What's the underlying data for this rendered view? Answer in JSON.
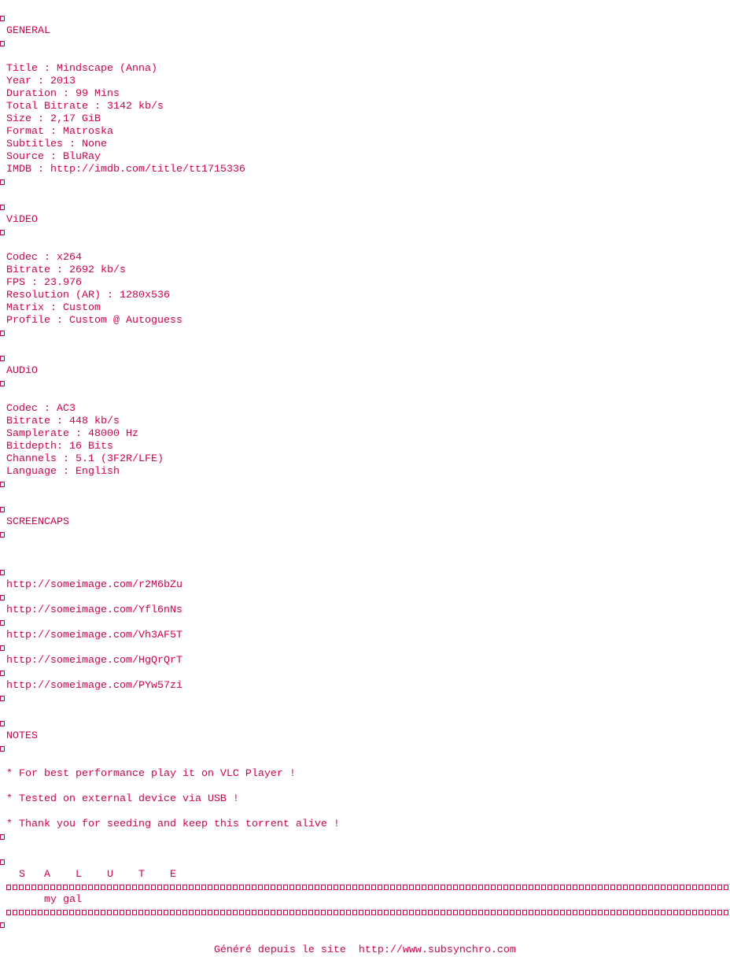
{
  "colors": {
    "text": "#d40050",
    "background": "#ffffff"
  },
  "lines": [
    {
      "type": "box",
      "count": 1,
      "indent": 0
    },
    {
      "type": "text",
      "name": "section-heading-general",
      "text": " GENERAL"
    },
    {
      "type": "box",
      "count": 1,
      "indent": 0
    },
    {
      "type": "blank"
    },
    {
      "type": "text",
      "name": "general-title",
      "text": " Title : Mindscape (Anna)"
    },
    {
      "type": "text",
      "name": "general-year",
      "text": " Year : 2013"
    },
    {
      "type": "text",
      "name": "general-duration",
      "text": " Duration : 99 Mins"
    },
    {
      "type": "text",
      "name": "general-total-bitrate",
      "text": " Total Bitrate : 3142 kb/s"
    },
    {
      "type": "text",
      "name": "general-size",
      "text": " Size : 2,17 GiB"
    },
    {
      "type": "text",
      "name": "general-format",
      "text": " Format : Matroska"
    },
    {
      "type": "text",
      "name": "general-subtitles",
      "text": " Subtitles : None"
    },
    {
      "type": "text",
      "name": "general-source",
      "text": " Source : BluRay"
    },
    {
      "type": "text",
      "name": "general-imdb",
      "text": " IMDB : http://imdb.com/title/tt1715336"
    },
    {
      "type": "box",
      "count": 1,
      "indent": 0
    },
    {
      "type": "blank"
    },
    {
      "type": "box",
      "count": 1,
      "indent": 0
    },
    {
      "type": "text",
      "name": "section-heading-video",
      "text": " ViDEO"
    },
    {
      "type": "box",
      "count": 1,
      "indent": 0
    },
    {
      "type": "blank"
    },
    {
      "type": "text",
      "name": "video-codec",
      "text": " Codec : x264"
    },
    {
      "type": "text",
      "name": "video-bitrate",
      "text": " Bitrate : 2692 kb/s"
    },
    {
      "type": "text",
      "name": "video-fps",
      "text": " FPS : 23.976"
    },
    {
      "type": "text",
      "name": "video-resolution",
      "text": " Resolution (AR) : 1280x536"
    },
    {
      "type": "text",
      "name": "video-matrix",
      "text": " Matrix : Custom"
    },
    {
      "type": "text",
      "name": "video-profile",
      "text": " Profile : Custom @ Autoguess"
    },
    {
      "type": "box",
      "count": 1,
      "indent": 0
    },
    {
      "type": "blank"
    },
    {
      "type": "box",
      "count": 1,
      "indent": 0
    },
    {
      "type": "text",
      "name": "section-heading-audio",
      "text": " AUDiO"
    },
    {
      "type": "box",
      "count": 1,
      "indent": 0
    },
    {
      "type": "blank"
    },
    {
      "type": "text",
      "name": "audio-codec",
      "text": " Codec : AC3"
    },
    {
      "type": "text",
      "name": "audio-bitrate",
      "text": " Bitrate : 448 kb/s"
    },
    {
      "type": "text",
      "name": "audio-samplerate",
      "text": " Samplerate : 48000 Hz"
    },
    {
      "type": "text",
      "name": "audio-bitdepth",
      "text": " Bitdepth: 16 Bits"
    },
    {
      "type": "text",
      "name": "audio-channels",
      "text": " Channels : 5.1 (3F2R/LFE)"
    },
    {
      "type": "text",
      "name": "audio-language",
      "text": " Language : English"
    },
    {
      "type": "box",
      "count": 1,
      "indent": 0
    },
    {
      "type": "blank"
    },
    {
      "type": "box",
      "count": 1,
      "indent": 0
    },
    {
      "type": "text",
      "name": "section-heading-screencaps",
      "text": " SCREENCAPS"
    },
    {
      "type": "box",
      "count": 1,
      "indent": 0
    },
    {
      "type": "blank"
    },
    {
      "type": "blank"
    },
    {
      "type": "box",
      "count": 1,
      "indent": 0
    },
    {
      "type": "text",
      "name": "screencap-link",
      "text": " http://someimage.com/r2M6bZu"
    },
    {
      "type": "box",
      "count": 1,
      "indent": 0
    },
    {
      "type": "text",
      "name": "screencap-link",
      "text": " http://someimage.com/Yfl6nNs"
    },
    {
      "type": "box",
      "count": 1,
      "indent": 0
    },
    {
      "type": "text",
      "name": "screencap-link",
      "text": " http://someimage.com/Vh3AF5T"
    },
    {
      "type": "box",
      "count": 1,
      "indent": 0
    },
    {
      "type": "text",
      "name": "screencap-link",
      "text": " http://someimage.com/HgQrQrT"
    },
    {
      "type": "box",
      "count": 1,
      "indent": 0
    },
    {
      "type": "text",
      "name": "screencap-link",
      "text": " http://someimage.com/PYw57zi"
    },
    {
      "type": "box",
      "count": 1,
      "indent": 0
    },
    {
      "type": "blank"
    },
    {
      "type": "box",
      "count": 1,
      "indent": 0
    },
    {
      "type": "text",
      "name": "section-heading-notes",
      "text": " NOTES"
    },
    {
      "type": "box",
      "count": 1,
      "indent": 0
    },
    {
      "type": "blank"
    },
    {
      "type": "text",
      "name": "note-item",
      "text": " * For best performance play it on VLC Player !"
    },
    {
      "type": "blank"
    },
    {
      "type": "text",
      "name": "note-item",
      "text": " * Tested on external device via USB !"
    },
    {
      "type": "blank"
    },
    {
      "type": "text",
      "name": "note-item",
      "text": " * Thank you for seeding and keep this torrent alive !"
    },
    {
      "type": "box",
      "count": 1,
      "indent": 0
    },
    {
      "type": "blank"
    },
    {
      "type": "box",
      "count": 1,
      "indent": 0
    },
    {
      "type": "text",
      "name": "salute-heading",
      "text": "   S   A    L    U    T    E"
    },
    {
      "type": "box",
      "count": 115,
      "indent": 1
    },
    {
      "type": "text",
      "name": "salute-subtitle",
      "text": "       my gal"
    },
    {
      "type": "box",
      "count": 115,
      "indent": 1
    },
    {
      "type": "box",
      "count": 1,
      "indent": 0
    },
    {
      "type": "blank"
    },
    {
      "type": "text",
      "name": "footer-generated-by",
      "text": "                                  Généré depuis le site  http://www.subsynchro.com"
    }
  ]
}
